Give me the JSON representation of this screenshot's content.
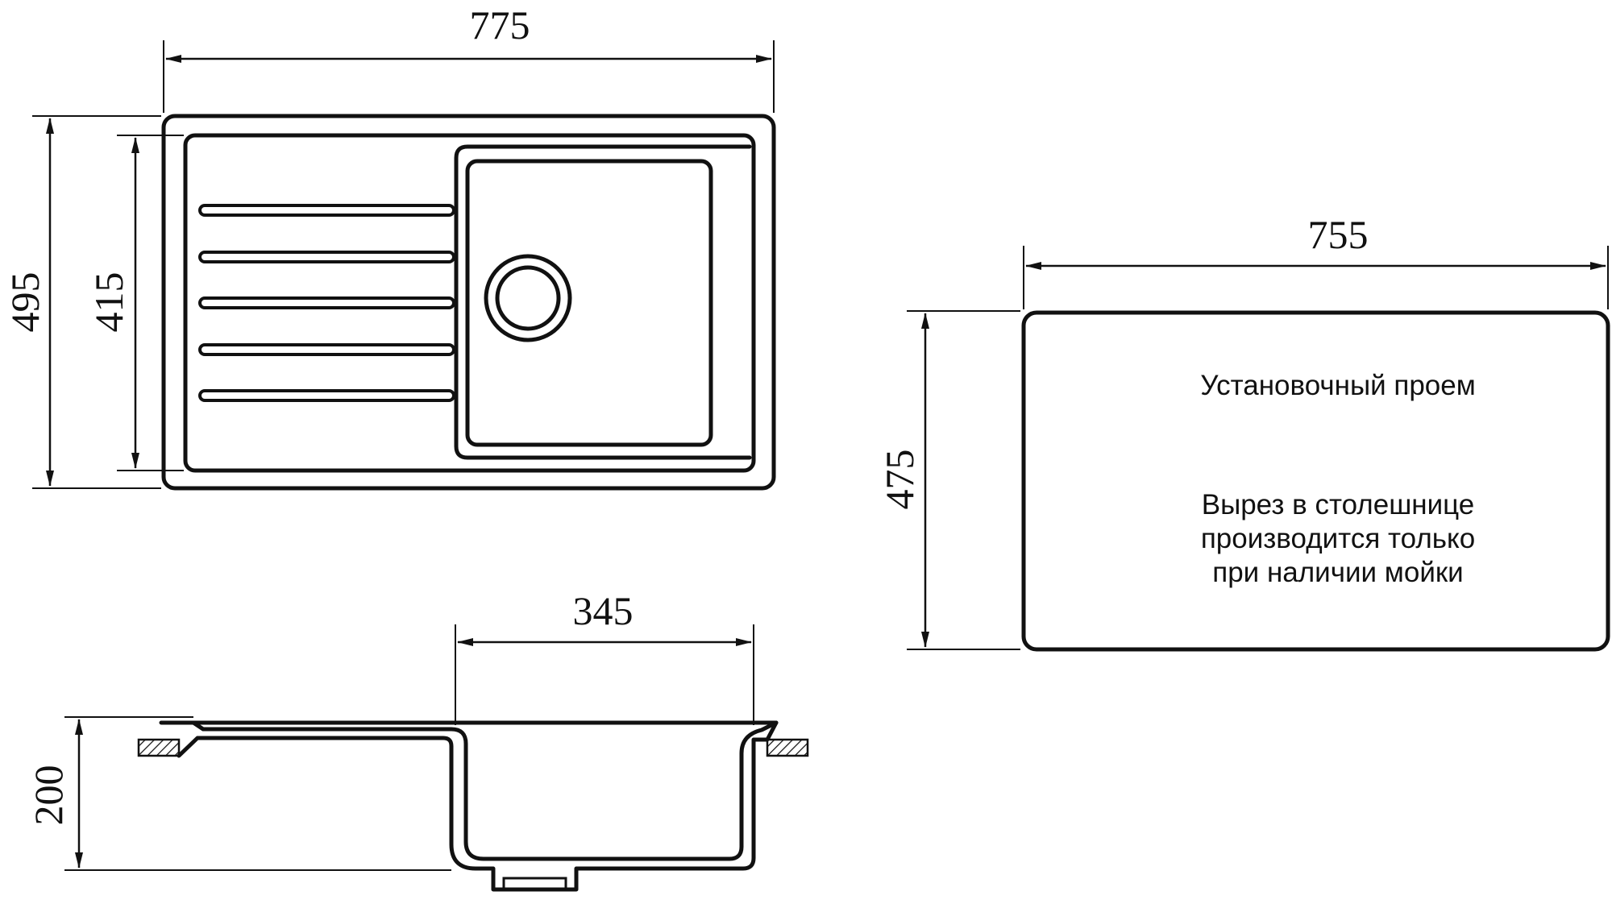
{
  "dimensions": {
    "top_length": "775",
    "outer_height": "495",
    "inner_height": "415",
    "side_bowl_width": "345",
    "depth": "200",
    "cutout_width": "755",
    "cutout_height": "475"
  },
  "cutout": {
    "title": "Установочный проем",
    "note_lines": [
      "Вырез в столешнице",
      "производится только",
      "при наличии мойки"
    ]
  }
}
